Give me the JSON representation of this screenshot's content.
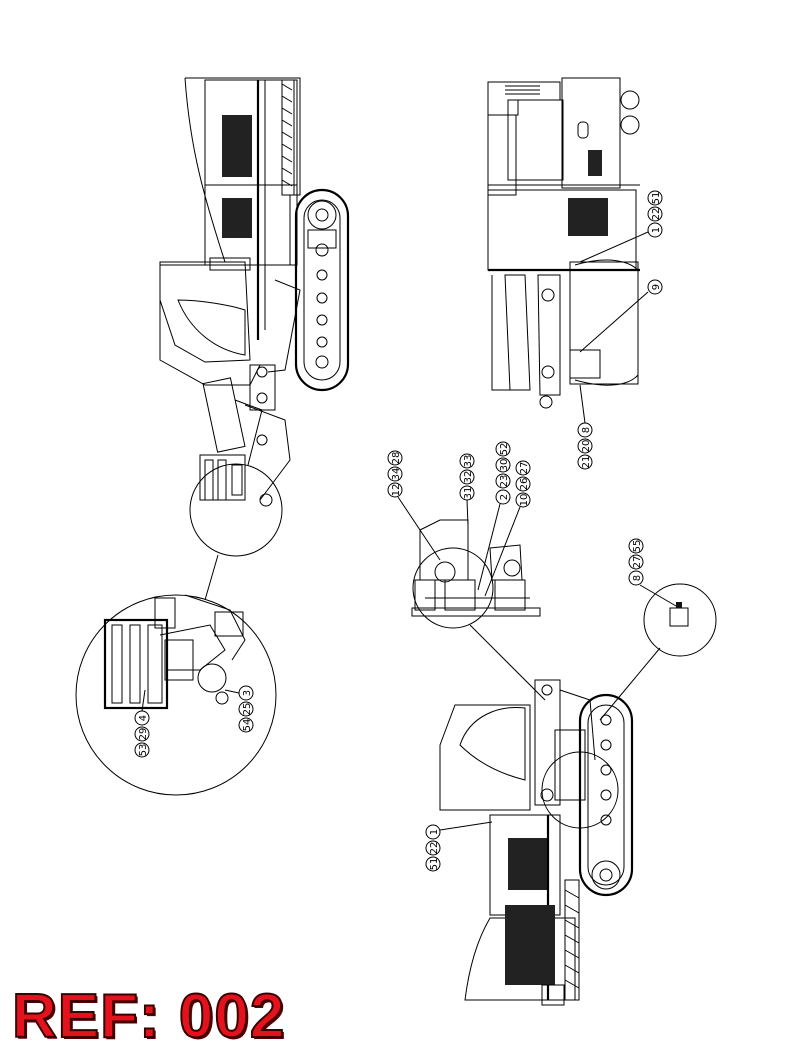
{
  "ref_label": "REF: 002",
  "colors": {
    "ref_fill": "#e3121c",
    "line": "#000000",
    "background": "#ffffff"
  },
  "callouts": {
    "detail_a_1": "53",
    "detail_a_2": "29",
    "detail_a_3": "4",
    "detail_a_4": "54",
    "detail_a_5": "25",
    "detail_a_6": "3",
    "rear_1": "1",
    "rear_2": "22",
    "rear_3": "51",
    "rear_4": "9",
    "rear_5": "21",
    "rear_6": "20",
    "rear_7": "8",
    "mid_1": "12",
    "mid_2": "34",
    "mid_3": "28",
    "mid_4": "31",
    "mid_5": "32",
    "mid_6": "33",
    "mid_7": "2",
    "mid_8": "23",
    "mid_9": "30",
    "mid_10": "52",
    "mid_11": "10",
    "mid_12": "26",
    "mid_13": "27",
    "small_1": "8",
    "small_2": "27",
    "small_3": "55",
    "bottom_1": "51",
    "bottom_2": "22",
    "bottom_3": "1"
  }
}
